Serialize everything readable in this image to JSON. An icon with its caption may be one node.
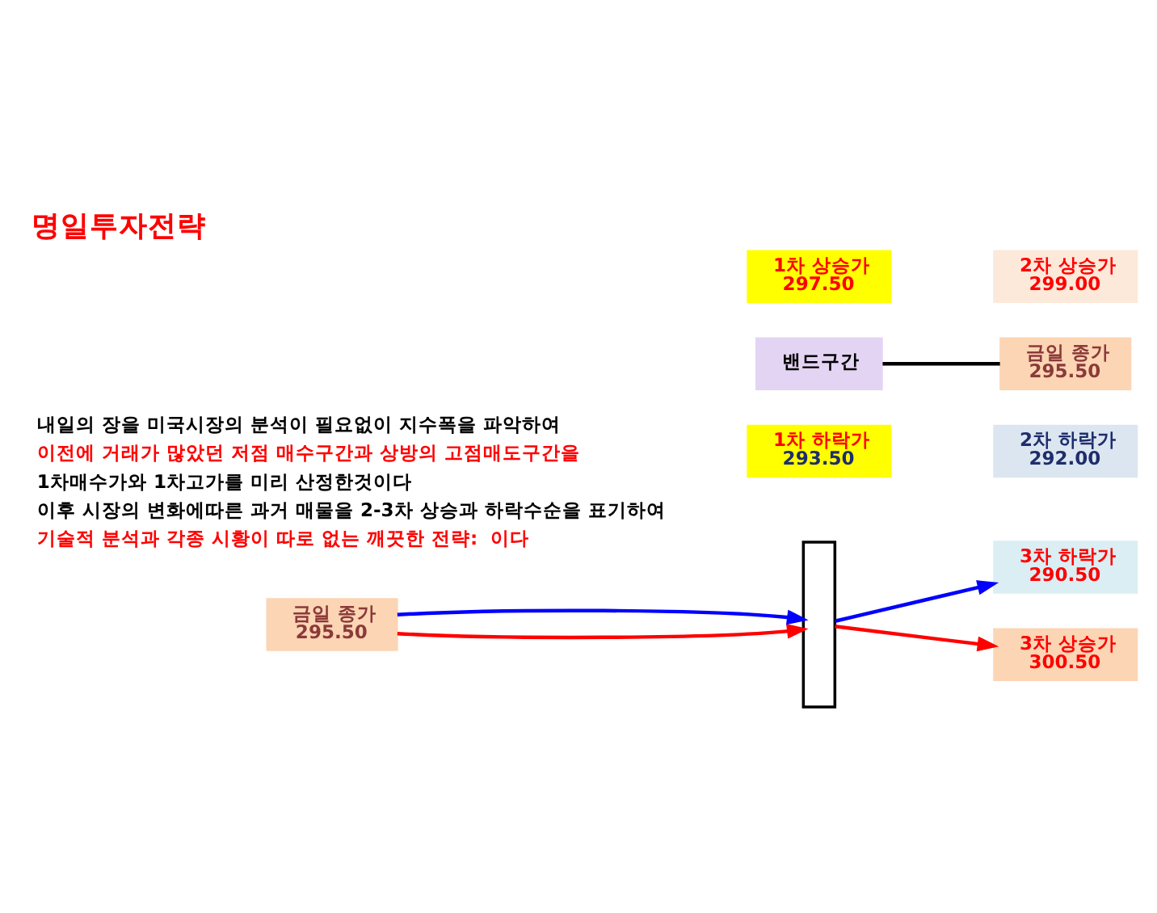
{
  "diagram": {
    "title": "명일투자전략",
    "nodes": [
      {
        "text": [
          "3차 상승가",
          "300.50"
        ]
      },
      {
        "text": [
          "2차 상승가",
          "299.00"
        ]
      },
      {
        "text": [
          "1차 상승가",
          "297.50"
        ]
      },
      {
        "text": [],
        "shape": "box"
      },
      {
        "text": [
          "금일 종가",
          "295.50"
        ]
      },
      {
        "text": [
          "밴드구간"
        ]
      },
      {
        "text": [
          "금일 종가",
          "295.50"
        ]
      },
      {
        "text": [
          "1차 하락가",
          "293.50"
        ]
      },
      {
        "text": [
          "2차 하락가",
          "292.00"
        ]
      },
      {
        "text": [
          "3차 하락가",
          "290.50"
        ]
      }
    ],
    "edges": [
      {
        "from": 4,
        "to": 3,
        "arrow": "to",
        "color": "#ff0000"
      },
      {
        "from": 3,
        "to": 0,
        "arrow": "to",
        "color": "#ff0000"
      },
      {
        "from": 4,
        "to": 3,
        "arrow": "to",
        "color": "#0000ff"
      },
      {
        "from": 3,
        "to": 9,
        "arrow": "to",
        "color": "#0000ff"
      },
      {
        "from": 5,
        "to": 6,
        "arrow": "none",
        "color": "#000000"
      }
    ],
    "labels": [
      "내일의 장을 미국시장의 분석이 필요없이 지수폭을 파악하여",
      "이전에 거래가 많았던 저점 매수구간과 상방의 고점매도구간을",
      "1차매수가와 1차고가를 미리 산정한것이다",
      "이후 시장의 변화에따른 과거 매물을 2-3차 상승과 하락수순을 표기하여",
      "기술적 분석과 각종 시황이 따로 없는 깨끗한 전략:  이다"
    ]
  }
}
